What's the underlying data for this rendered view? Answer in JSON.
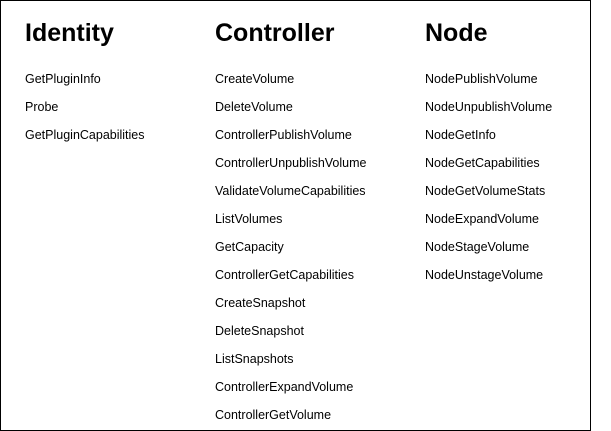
{
  "columns": [
    {
      "title": "Identity",
      "items": [
        "GetPluginInfo",
        "Probe",
        "GetPluginCapabilities"
      ]
    },
    {
      "title": "Controller",
      "items": [
        "CreateVolume",
        "DeleteVolume",
        "ControllerPublishVolume",
        "ControllerUnpublishVolume",
        "ValidateVolumeCapabilities",
        "ListVolumes",
        "GetCapacity",
        "ControllerGetCapabilities",
        "CreateSnapshot",
        "DeleteSnapshot",
        "ListSnapshots",
        "ControllerExpandVolume",
        "ControllerGetVolume"
      ]
    },
    {
      "title": "Node",
      "items": [
        "NodePublishVolume",
        "NodeUnpublishVolume",
        "NodeGetInfo",
        "NodeGetCapabilities",
        "NodeGetVolumeStats",
        "NodeExpandVolume",
        "NodeStageVolume",
        "NodeUnstageVolume"
      ]
    }
  ]
}
